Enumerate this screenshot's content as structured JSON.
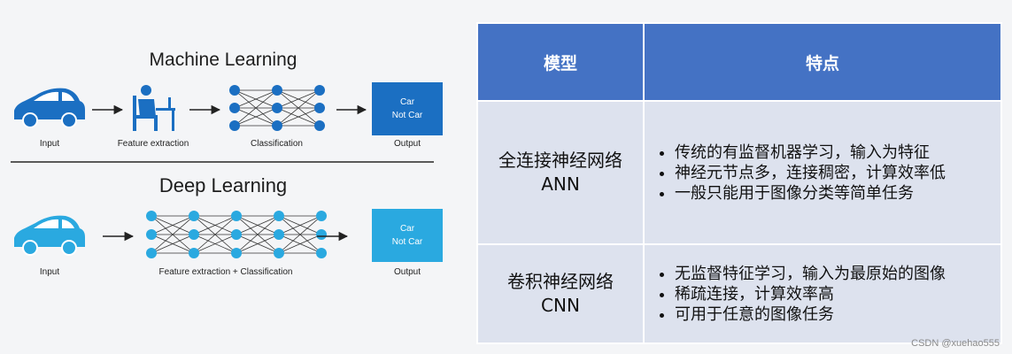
{
  "left": {
    "ml": {
      "title": "Machine Learning",
      "input_label": "Input",
      "feature_label": "Feature extraction",
      "classification_label": "Classification",
      "output_box": [
        "Car",
        "Not Car"
      ],
      "output_label": "Output",
      "car_color": "#1b6fc2",
      "box_color": "#1b6fc2"
    },
    "dl": {
      "title": "Deep Learning",
      "input_label": "Input",
      "combined_label": "Feature extraction + Classification",
      "output_box": [
        "Car",
        "Not Car"
      ],
      "output_label": "Output",
      "car_color": "#2aa9e0",
      "box_color": "#2aa9e0"
    }
  },
  "table": {
    "headers": [
      "模型",
      "特点"
    ],
    "rows": [
      {
        "model_lines": [
          "全连接神经网络",
          "ANN"
        ],
        "features": [
          "传统的有监督机器学习，输入为特征",
          "神经元节点多，连接稠密，计算效率低",
          "一般只能用于图像分类等简单任务"
        ]
      },
      {
        "model_lines": [
          "卷积神经网络",
          "CNN"
        ],
        "features": [
          "无监督特征学习，输入为最原始的图像",
          "稀疏连接，计算效率高",
          "可用于任意的图像任务"
        ]
      }
    ],
    "header_color": "#4472c4",
    "cell_color": "#dde2ee"
  },
  "watermark": "CSDN @xuehao555"
}
